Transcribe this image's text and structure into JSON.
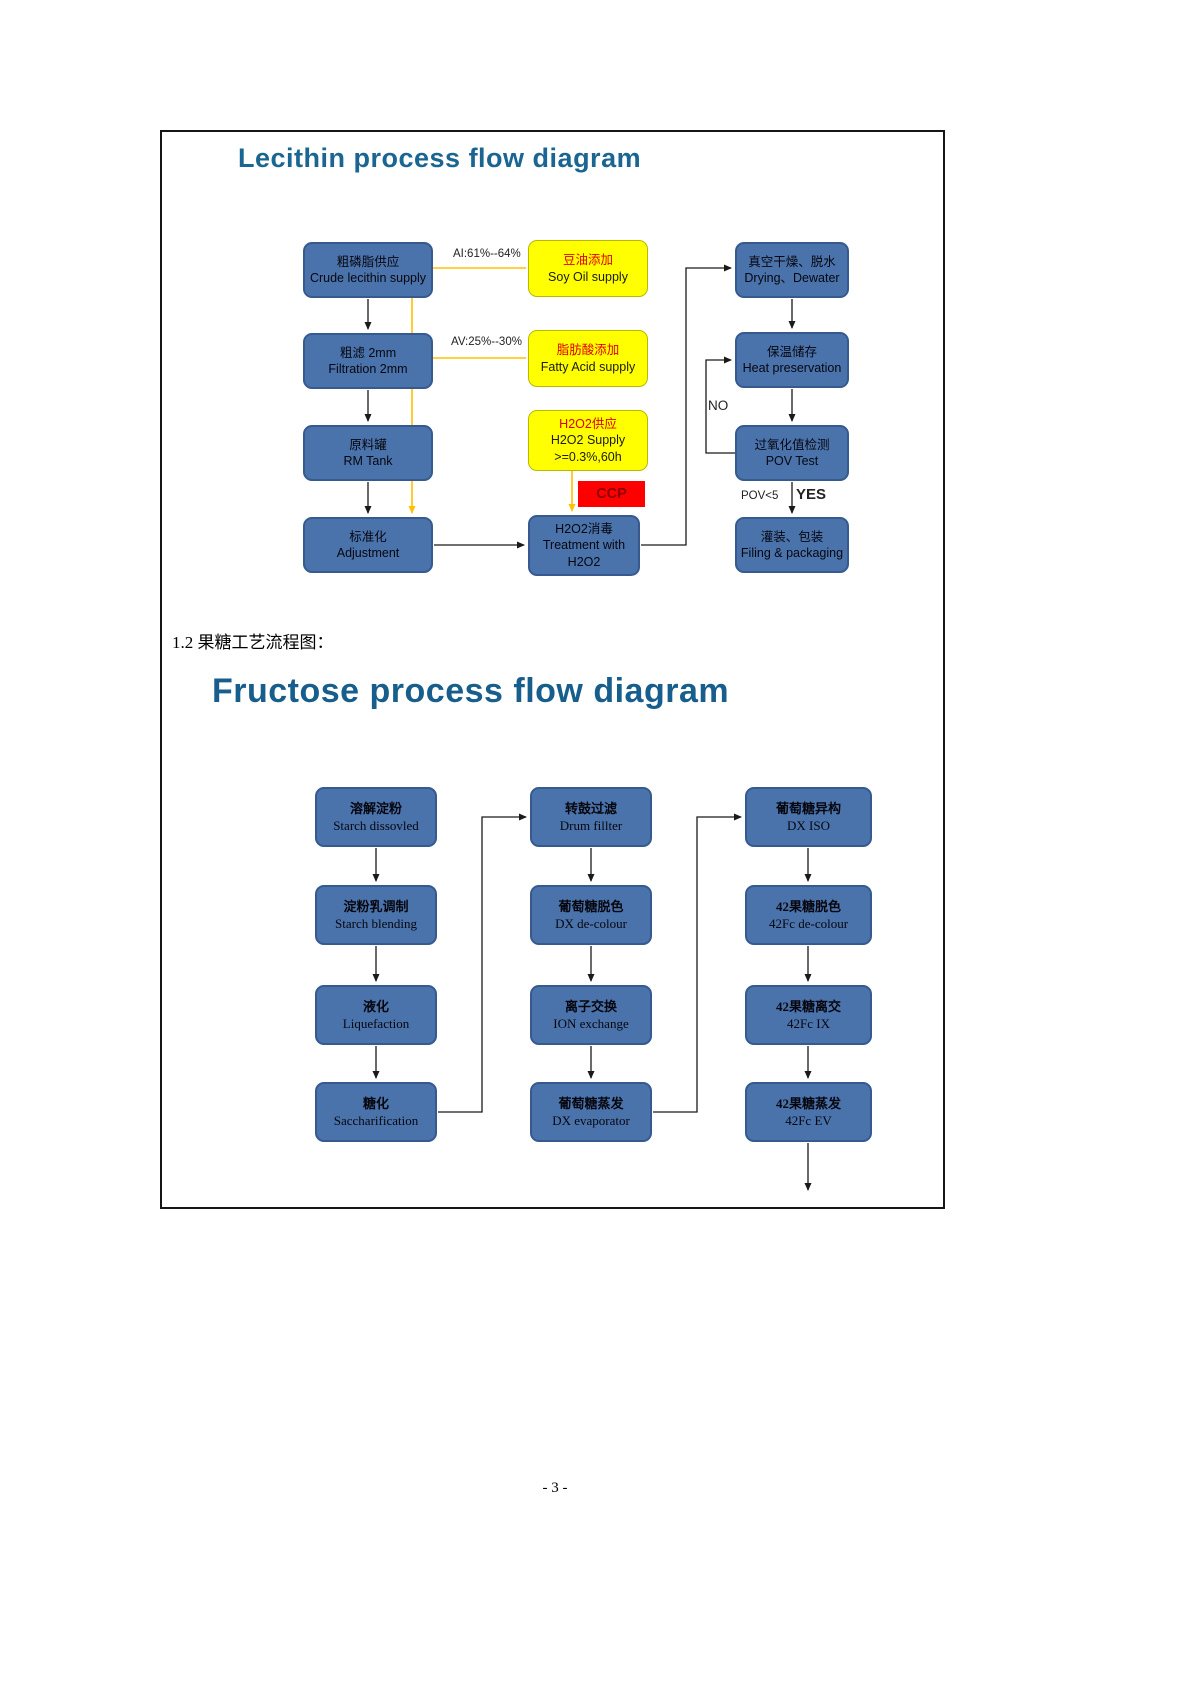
{
  "document": {
    "section_label": "1.2 果糖工艺流程图：",
    "footer": "- 3 -"
  },
  "lecithin": {
    "title": "Lecithin  process flow diagram",
    "labels": {
      "ai": "AI:61%--64%",
      "av": "AV:25%--30%",
      "no": "NO",
      "pov": "POV<5",
      "yes": "YES",
      "ccp": "CCP"
    },
    "col1": [
      {
        "zh": "粗磷脂供应",
        "en": "Crude lecithin supply"
      },
      {
        "zh": "粗滤 2mm",
        "en": "Filtration 2mm"
      },
      {
        "zh": "原料罐",
        "en": "RM Tank"
      },
      {
        "zh": "标准化",
        "en": "Adjustment"
      }
    ],
    "col2": [
      {
        "zh": "豆油添加",
        "en": "Soy Oil supply"
      },
      {
        "zh": "脂肪酸添加",
        "en": "Fatty Acid supply"
      },
      {
        "zh": "H2O2供应",
        "en": "H2O2 Supply",
        "line3": ">=0.3%,60h"
      },
      {
        "zh": "H2O2消毒",
        "en": "Treatment with",
        "line3": "H2O2"
      }
    ],
    "col3": [
      {
        "zh": "真空干燥、脱水",
        "en": "Drying、Dewater"
      },
      {
        "zh": "保温储存",
        "en": "Heat preservation"
      },
      {
        "zh": "过氧化值检测",
        "en": "POV Test"
      },
      {
        "zh": "灌装、包装",
        "en": "Filing & packaging"
      }
    ]
  },
  "fructose": {
    "title": "Fructose  process flow diagram",
    "col1": [
      {
        "zh": "溶解淀粉",
        "en": "Starch dissovled"
      },
      {
        "zh": "淀粉乳调制",
        "en": "Starch blending"
      },
      {
        "zh": "液化",
        "en": "Liquefaction"
      },
      {
        "zh": "糖化",
        "en": "Saccharification"
      }
    ],
    "col2": [
      {
        "zh": "转鼓过滤",
        "en": "Drum fillter"
      },
      {
        "zh": "葡萄糖脱色",
        "en": "DX de-colour"
      },
      {
        "zh": "离子交换",
        "en": "ION exchange"
      },
      {
        "zh": "葡萄糖蒸发",
        "en": "DX evaporator"
      }
    ],
    "col3": [
      {
        "zh": "葡萄糖异构",
        "en": "DX ISO"
      },
      {
        "zh": "42果糖脱色",
        "en": "42Fc de-colour"
      },
      {
        "zh": "42果糖离交",
        "en": "42Fc IX"
      },
      {
        "zh": "42果糖蒸发",
        "en": "42Fc EV"
      }
    ]
  },
  "colors": {
    "node_blue": "#4a72ab",
    "node_border_blue": "#36598f",
    "node_yellow": "#ffff00",
    "ccp_red": "#ff0000",
    "title_blue": "#1a6592",
    "connector_black": "#1a1a1a",
    "connector_yellow": "#ffc000"
  }
}
